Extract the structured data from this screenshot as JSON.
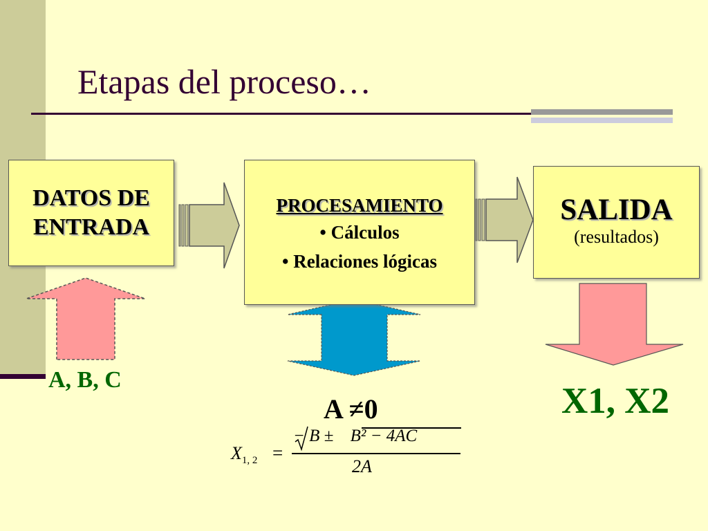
{
  "slide": {
    "title": "Etapas del proceso…"
  },
  "entrada": {
    "line1": "DATOS DE",
    "line2": "ENTRADA",
    "vars": "A, B, C"
  },
  "procesamiento": {
    "heading": "PROCESAMIENTO",
    "items": [
      "• Cálculos",
      "• Relaciones lógicas"
    ],
    "condition": "A ≠0"
  },
  "salida": {
    "heading": "SALIDA",
    "sub": "(resultados)",
    "vars": "X1, X2"
  },
  "formula": {
    "lhs": "X",
    "lhs_sub": "1, 2",
    "equals": "=",
    "numerator_prefix": "− B ± ",
    "radicand": "B² − 4AC",
    "denominator": "2A"
  },
  "colors": {
    "background": "#ffffcc",
    "box_fill": "#ffff99",
    "side_bar": "#cccc99",
    "title_text": "#330033",
    "pink_arrow": "#ff9999",
    "blue_arrow": "#0099cc",
    "gray_arrow": "#cccc99",
    "green_text": "#006600"
  }
}
